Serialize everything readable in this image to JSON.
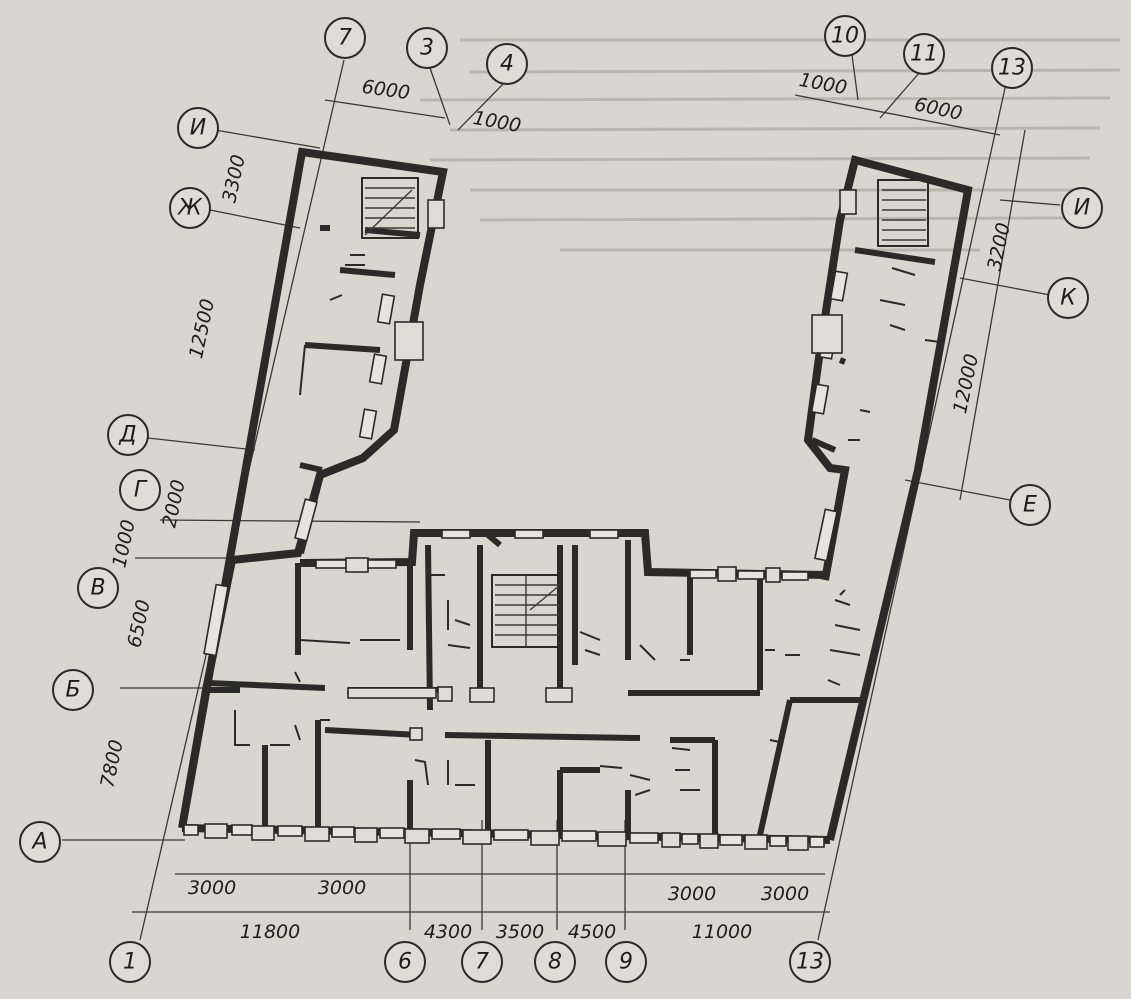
{
  "drawing": {
    "grid_axes_bottom": [
      "1",
      "6",
      "7",
      "8",
      "9",
      "13"
    ],
    "grid_axes_top_left": [
      "7",
      "3",
      "4"
    ],
    "grid_axes_top_right": [
      "10",
      "11",
      "13"
    ],
    "grid_rows_left": [
      "И",
      "Ж",
      "Д",
      "Г",
      "В",
      "Б",
      "А"
    ],
    "grid_rows_right": [
      "И",
      "К",
      "Е"
    ],
    "dimensions_bottom_outer": [
      "11800",
      "4300",
      "3500",
      "4500",
      "11000"
    ],
    "dimensions_bottom_inner": [
      "3000",
      "3000",
      "3000",
      "3000"
    ],
    "dimensions_left": [
      "3300",
      "12500",
      "2000",
      "1000",
      "6500",
      "7800"
    ],
    "dimensions_top_left": [
      "6000",
      "1000"
    ],
    "dimensions_top_right": [
      "1000",
      "6000"
    ],
    "dimensions_right": [
      "3200",
      "12000"
    ]
  }
}
